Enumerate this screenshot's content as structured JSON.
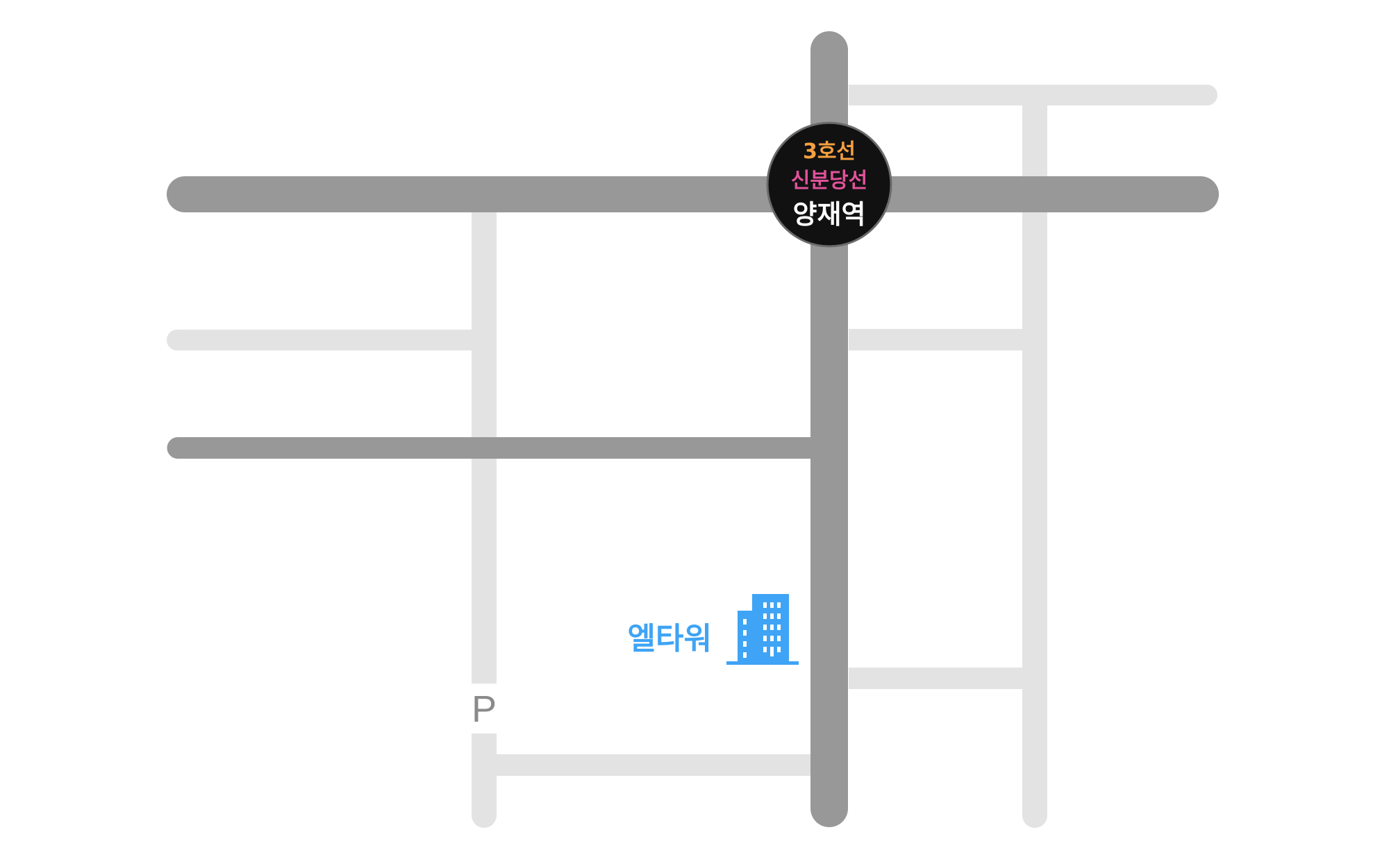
{
  "station": {
    "line_3": "3호선",
    "sinbundang_line": "신분당선",
    "name": "양재역"
  },
  "landmark": {
    "name": "엘타워",
    "icon": "building-icon"
  },
  "parking": {
    "label": "P"
  },
  "colors": {
    "background": "#ffffff",
    "major_road": "#979897",
    "minor_road": "#e3e3e3",
    "station_fill": "#111111",
    "station_border": "#6b6b6b",
    "line_3": "#f5a040",
    "sinbundang_line": "#e0529a",
    "station_name": "#ffffff",
    "landmark": "#3fa4f5",
    "parking": "#8a8a8a"
  }
}
